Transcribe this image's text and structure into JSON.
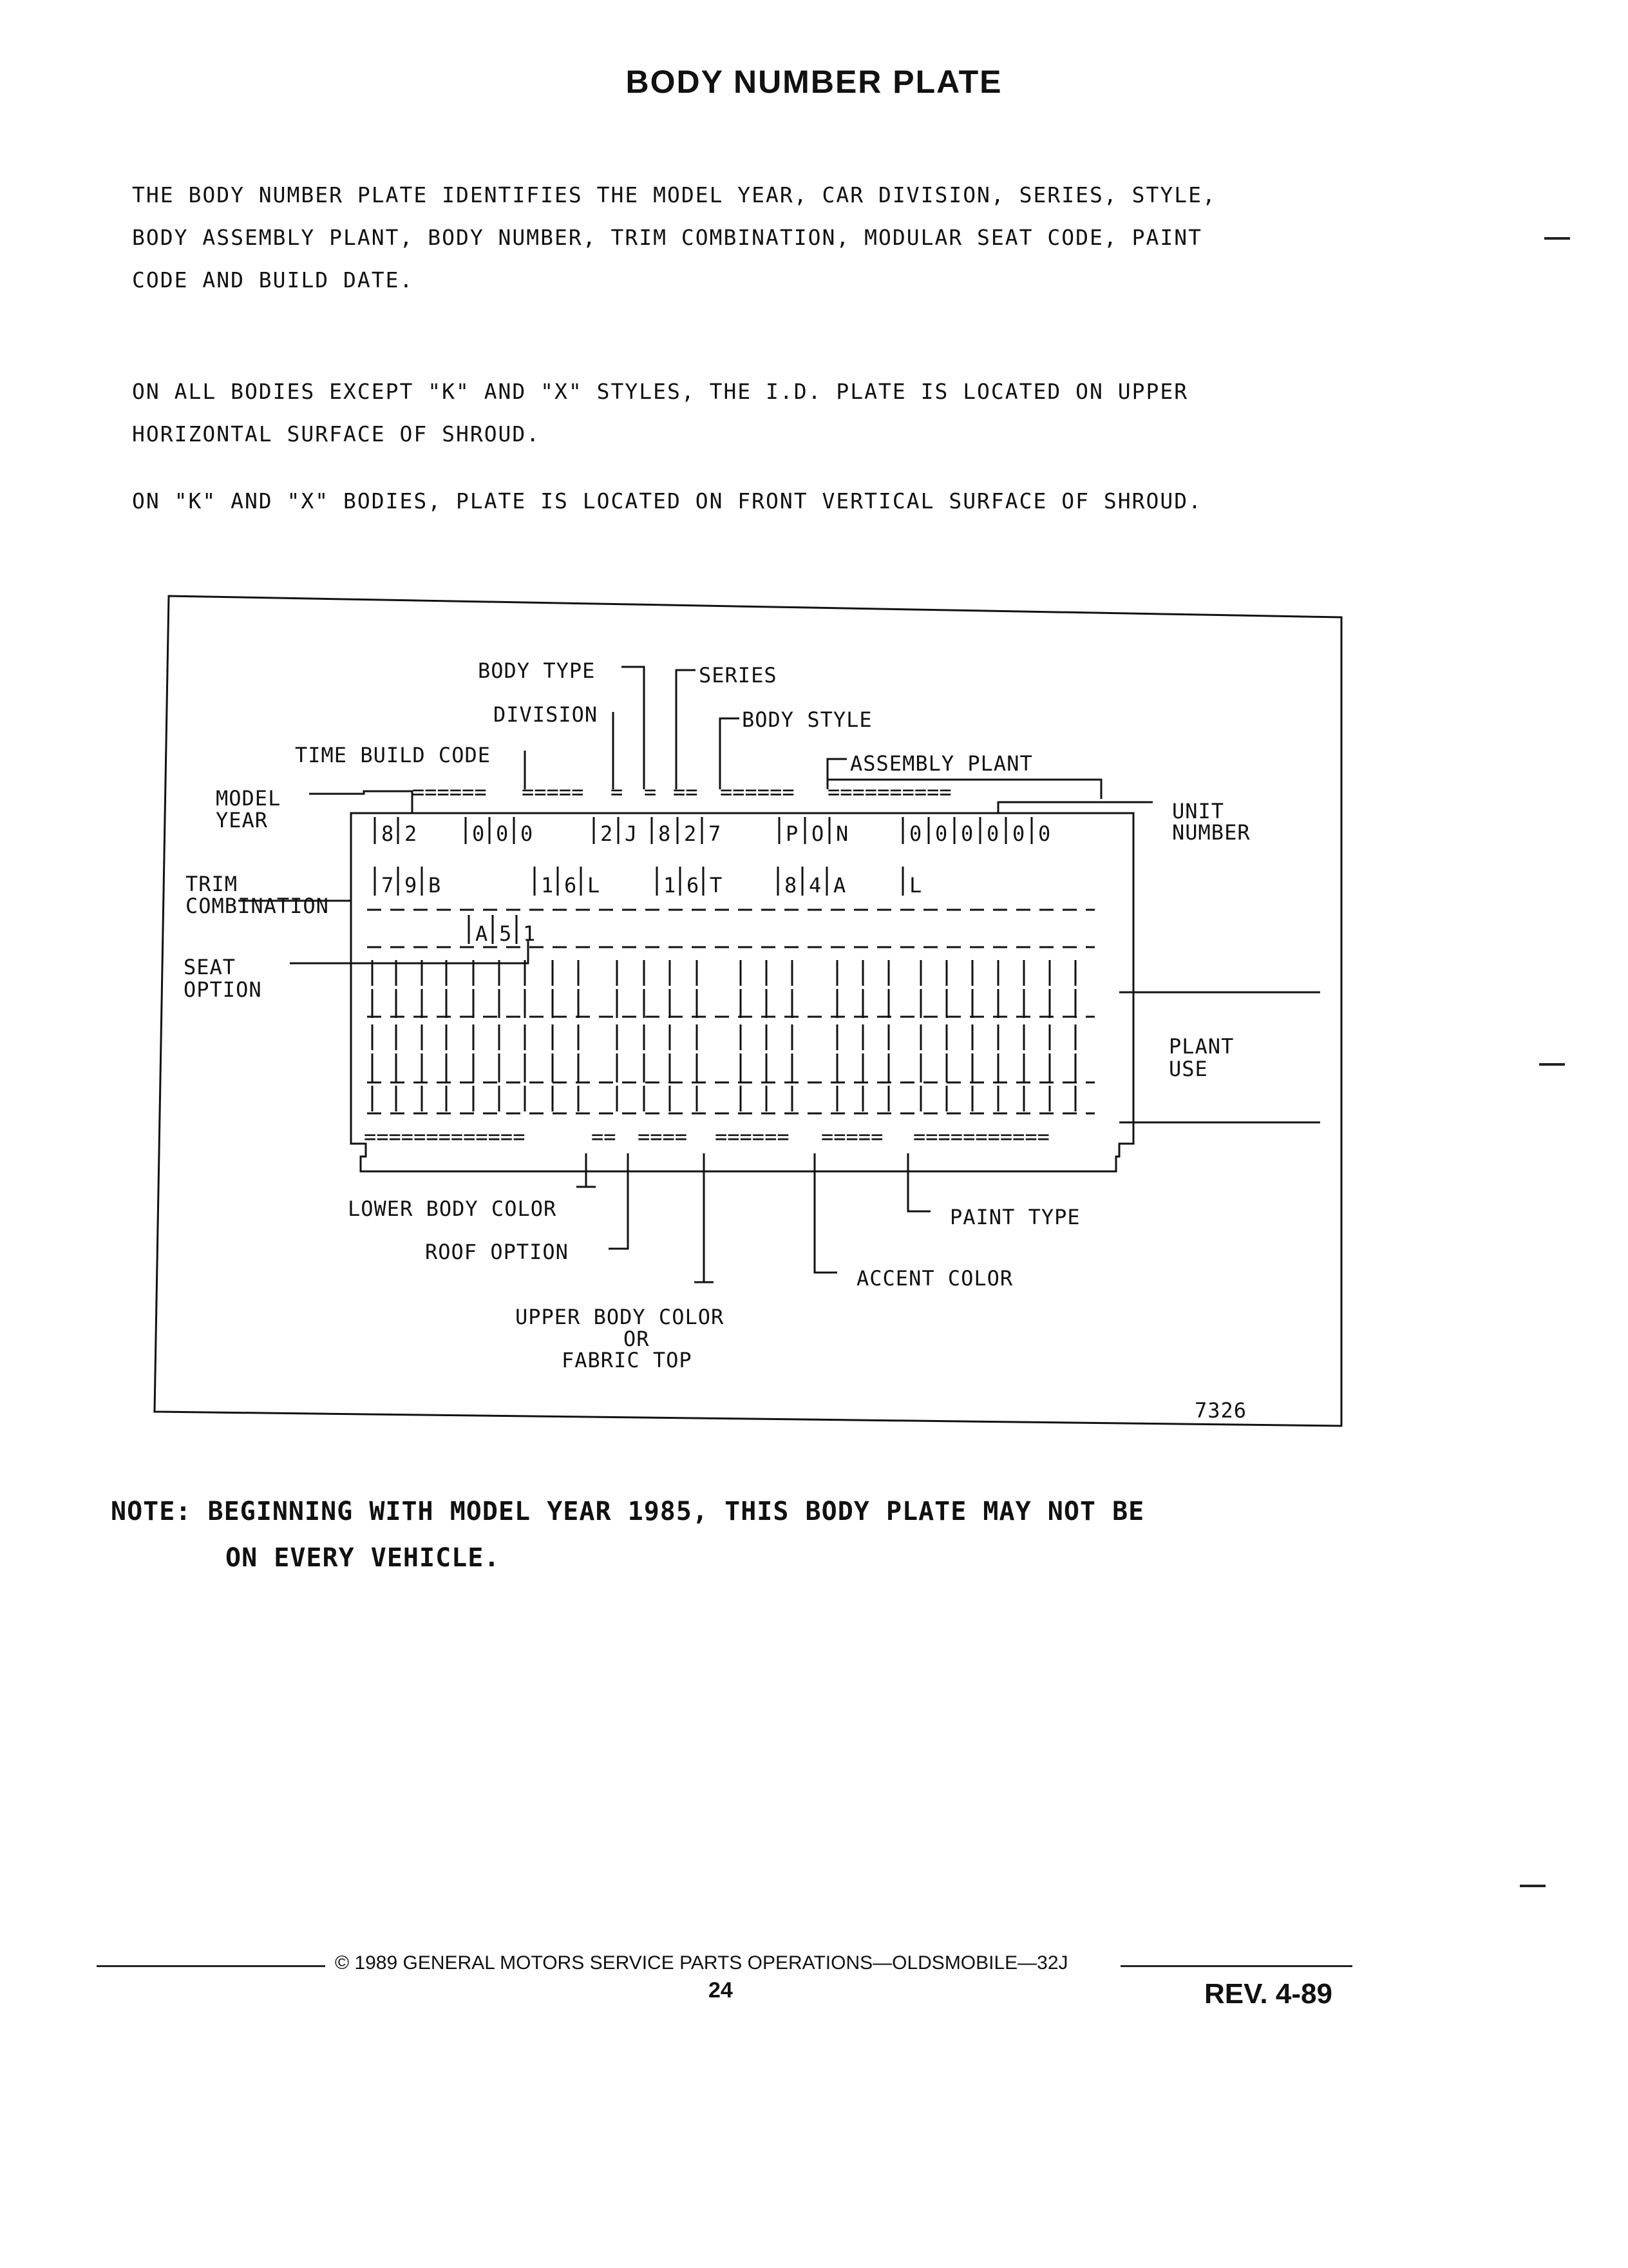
{
  "title": "BODY NUMBER PLATE",
  "intro_lines": [
    "THE BODY NUMBER PLATE IDENTIFIES THE MODEL YEAR, CAR DIVISION, SERIES, STYLE,",
    "BODY ASSEMBLY PLANT, BODY NUMBER, TRIM COMBINATION, MODULAR SEAT CODE, PAINT",
    "CODE AND BUILD DATE."
  ],
  "location_lines": [
    "ON ALL BODIES EXCEPT \"K\" AND \"X\" STYLES, THE I.D. PLATE IS LOCATED ON UPPER",
    "HORIZONTAL SURFACE OF SHROUD."
  ],
  "location_kx": "ON \"K\" AND \"X\" BODIES, PLATE IS LOCATED ON FRONT VERTICAL SURFACE OF SHROUD.",
  "diagram": {
    "figure_number": "7326",
    "labels": {
      "body_type": "BODY TYPE",
      "series": "SERIES",
      "division": "DIVISION",
      "body_style": "BODY STYLE",
      "time_build_code": "TIME BUILD CODE",
      "assembly_plant": "ASSEMBLY PLANT",
      "model_year_1": "MODEL",
      "model_year_2": "YEAR",
      "unit_number_1": "UNIT",
      "unit_number_2": "NUMBER",
      "trim_1": "TRIM",
      "trim_2": "COMBINATION",
      "seat_1": "SEAT",
      "seat_2": "OPTION",
      "plant_use_1": "PLANT",
      "plant_use_2": "USE",
      "lower_body_color": "LOWER BODY COLOR",
      "roof_option": "ROOF OPTION",
      "upper_body_1": "UPPER BODY COLOR",
      "upper_body_2": "OR",
      "upper_body_3": "FABRIC TOP",
      "paint_type": "PAINT TYPE",
      "accent_color": "ACCENT COLOR"
    },
    "row1": [
      "8",
      "2",
      "0",
      "0",
      "0",
      "2",
      "J",
      "8",
      "2",
      "7",
      "P",
      "O",
      "N",
      "0",
      "0",
      "0",
      "0",
      "0",
      "0"
    ],
    "row2": [
      "7",
      "9",
      "B",
      "1",
      "6",
      "L",
      "1",
      "6",
      "T",
      "8",
      "4",
      "A",
      "L"
    ],
    "row3": [
      "A",
      "5",
      "1"
    ]
  },
  "note_line1": "NOTE: BEGINNING WITH MODEL YEAR 1985, THIS BODY PLATE MAY NOT BE",
  "note_line2": "ON EVERY VEHICLE.",
  "footer": {
    "copyright": "© 1989 GENERAL MOTORS SERVICE PARTS OPERATIONS—OLDSMOBILE—32J",
    "page_number": "24",
    "revision": "REV. 4-89"
  }
}
